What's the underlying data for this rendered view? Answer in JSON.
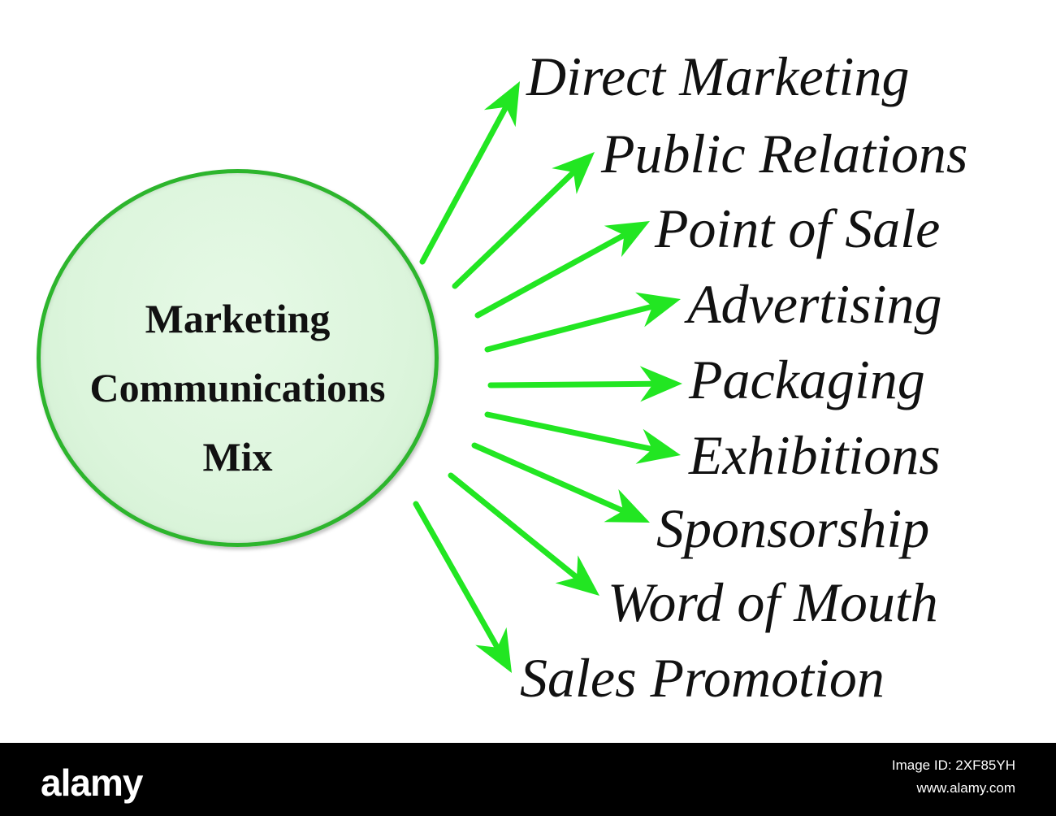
{
  "hub": {
    "line1": "Marketing",
    "line2": "Communications",
    "line3": "Mix"
  },
  "items": [
    "Direct Marketing",
    "Public Relations",
    "Point of Sale",
    "Advertising",
    "Packaging",
    "Exhibitions",
    "Sponsorship",
    "Word of Mouth",
    "Sales Promotion"
  ],
  "footer": {
    "brand": "alamy",
    "image_id_line1": "Image ID: 2XF85YH",
    "image_id_line2": "www.alamy.com"
  },
  "colors": {
    "arrow": "#22e622",
    "hub_border": "#2db52d",
    "hub_fill": "#dcf5dc",
    "text": "#111111",
    "footer_bg": "#000000"
  }
}
